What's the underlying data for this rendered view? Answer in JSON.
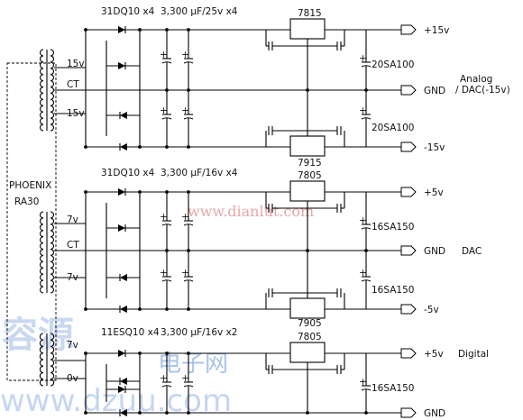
{
  "transformer": {
    "brand": "PHOENIX",
    "model": "RA30"
  },
  "sections": [
    {
      "id": "analog",
      "diodes": "31DQ10 x4",
      "caps": "3,300 μF/25v x4",
      "taps": [
        "15v",
        "CT",
        "15v"
      ],
      "reg_top": "7815",
      "reg_bottom": "7915",
      "shunt_top": "20SA100",
      "shunt_bottom": "20SA100",
      "out_top": "+15v",
      "out_mid": "GND",
      "out_bottom": "-15v",
      "note_1": "Analog",
      "note_2": "/ DAC(-15v)"
    },
    {
      "id": "dac",
      "diodes": "31DQ10 x4",
      "caps": "3,300 μF/16v x4",
      "taps": [
        "7v",
        "CT",
        "7v"
      ],
      "reg_top": "7805",
      "reg_bottom": "7905",
      "shunt_top": "16SA150",
      "shunt_bottom": "16SA150",
      "out_top": "+5v",
      "out_mid": "GND",
      "out_bottom": "-5v",
      "note_1": "DAC"
    },
    {
      "id": "digital",
      "diodes": "11ESQ10 x4",
      "caps": "3,300 μF/16v x2",
      "taps": [
        "7v",
        "0v"
      ],
      "reg_top": "7805",
      "shunt_top": "16SA150",
      "out_top": "+5v",
      "out_bottom": "GND",
      "note_1": "Digital"
    }
  ],
  "watermarks": {
    "cjk": "容源",
    "cjk_small": "电子网",
    "url_1": "www.dianlut.com",
    "url_2": "www.dzuu.com"
  }
}
